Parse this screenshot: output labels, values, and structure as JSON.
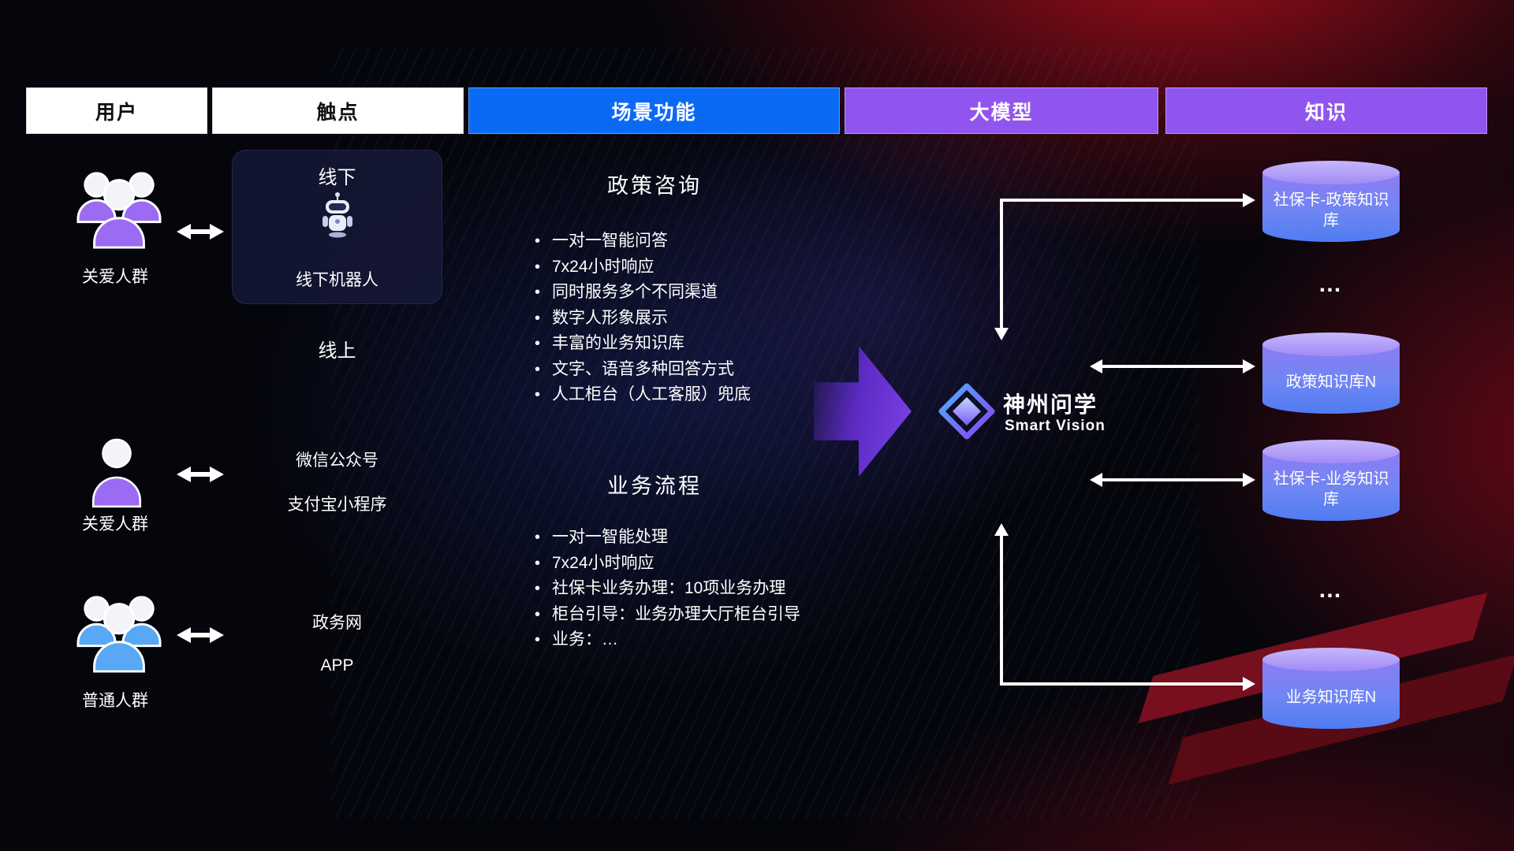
{
  "header": {
    "columns": [
      {
        "label": "用户"
      },
      {
        "label": "触点"
      },
      {
        "label": "场景功能"
      },
      {
        "label": "大模型"
      },
      {
        "label": "知识"
      }
    ]
  },
  "users": [
    {
      "label": "关爱人群",
      "icon": "people-group-purple"
    },
    {
      "label": "关爱人群",
      "icon": "person-purple"
    },
    {
      "label": "普通人群",
      "icon": "people-group-blue"
    }
  ],
  "touchpoints": {
    "offline_title": "线下",
    "robot_label": "线下机器人",
    "online_label": "线上",
    "wechat": "微信公众号",
    "alipay": "支付宝小程序",
    "gov_web": "政务网",
    "app": "APP"
  },
  "functions": {
    "policy": {
      "title": "政策咨询",
      "items": [
        "一对一智能问答",
        "7x24小时响应",
        "同时服务多个不同渠道",
        "数字人形象展示",
        "丰富的业务知识库",
        "文字、语音多种回答方式",
        "人工柜台（人工客服）兜底"
      ]
    },
    "business": {
      "title": "业务流程",
      "items": [
        "一对一智能处理",
        "7x24小时响应",
        "社保卡业务办理：10项业务办理",
        "柜台引导：业务办理大厅柜台引导",
        "业务：…"
      ]
    }
  },
  "model": {
    "name": "神州问学",
    "subtitle": "Smart Vision"
  },
  "knowledge": {
    "databases": [
      "社保卡-政策知识库",
      "政策知识库N",
      "社保卡-业务知识库",
      "业务知识库N"
    ],
    "ellipsis": "…"
  },
  "colors": {
    "header_blue": "#0b6af5",
    "header_purple": "#9155ef",
    "cylinder_top": "#b3a0f8",
    "cylinder_body_top": "#8d7cf4",
    "cylinder_body_bottom": "#4f7cf2",
    "user_purple": "#9b6bf3",
    "user_blue": "#58a8f5",
    "flow_arrow": "#7d43ea",
    "background_red": "#8c1220"
  }
}
